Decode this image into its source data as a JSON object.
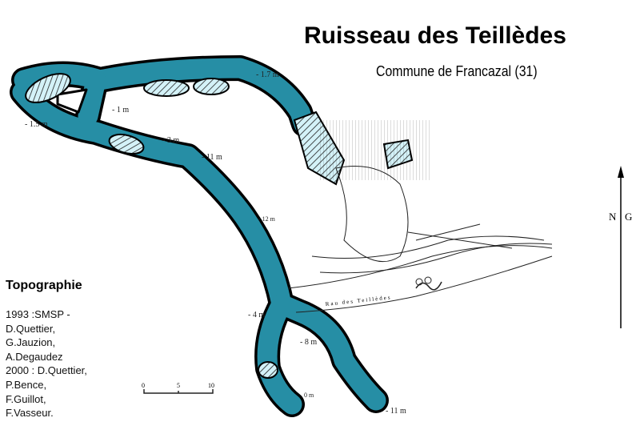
{
  "title": "Ruisseau des Teillèdes",
  "subtitle": "Commune de Francazal (31)",
  "topography": {
    "heading": "Topographie",
    "lines": [
      "1993 :SMSP -",
      "D.Quettier,",
      "G.Jauzion,",
      "A.Degaudez",
      "2000 : D.Quettier,",
      "P.Bence,",
      "F.Guillot,",
      "F.Vasseur."
    ]
  },
  "scale": {
    "ticks": [
      "0",
      "5",
      "10"
    ]
  },
  "north": {
    "label_left": "N",
    "label_right": "G"
  },
  "depths": [
    "- 1.7 m",
    "- 1 m",
    "- 1.5 m",
    "- 3 m",
    "- 11 m",
    "- 12 m",
    "- 4 m",
    "- 8 m",
    "0 m",
    "- 11 m"
  ],
  "stream_label": "Rau des Teillèdes",
  "colors": {
    "cave": "#268ea5",
    "sump": "#d4f2f8"
  }
}
